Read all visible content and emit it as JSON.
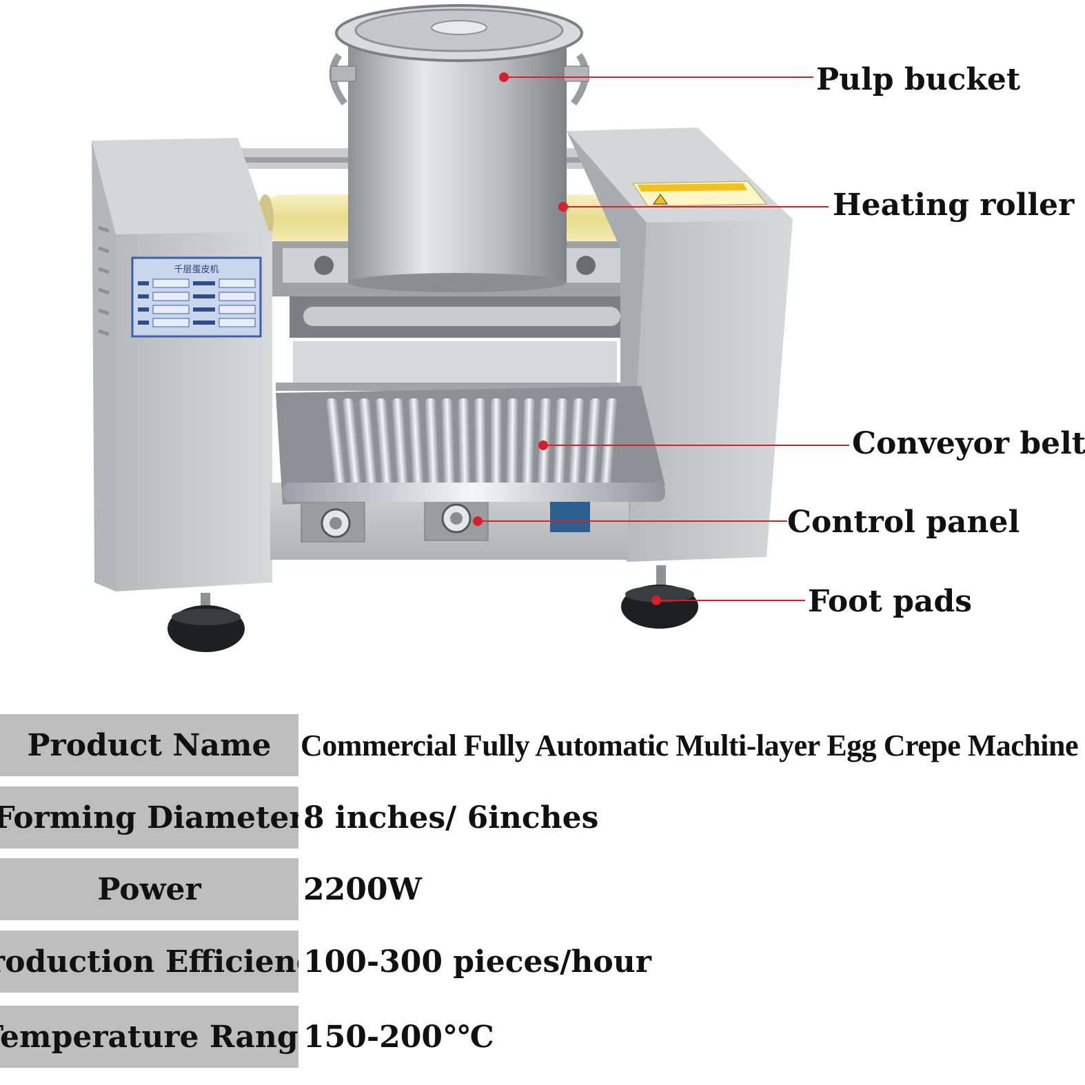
{
  "callouts": {
    "pulp_bucket": "Pulp bucket",
    "heating_roller": "Heating roller",
    "conveyor_belt": "Conveyor belt",
    "control_panel": "Control panel",
    "foot_pads": "Foot pads"
  },
  "plate": {
    "title": "千层蛋皮机"
  },
  "specs": [
    {
      "label": "Product Name",
      "value": "Commercial Fully Automatic Multi-layer Egg Crepe Machine"
    },
    {
      "label": "Forming Diameter",
      "value": "8 inches/ 6inches"
    },
    {
      "label": "Power",
      "value": "2200W"
    },
    {
      "label": "Production Efficiency",
      "value": "100-300 pieces/hour"
    },
    {
      "label": "Temperature Range",
      "value": "150-200°℃"
    }
  ],
  "colors": {
    "pointer": "#d8202a",
    "label_bg": "#bdbdbd",
    "steel": "#bfc1c3",
    "roller": "#efe6a8"
  }
}
